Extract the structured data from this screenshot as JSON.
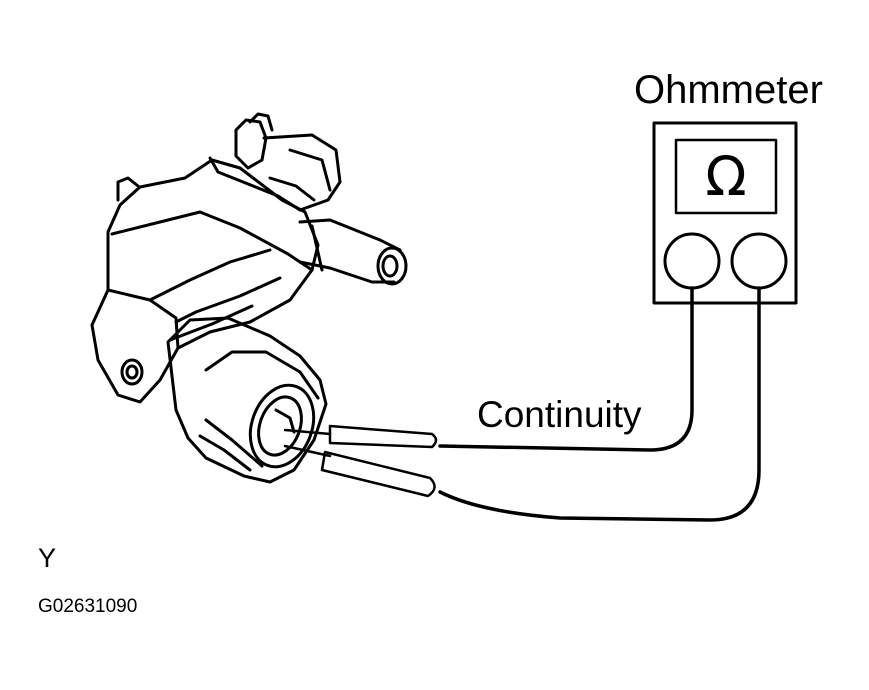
{
  "labels": {
    "ohmmeter": "Ohmmeter",
    "continuity": "Continuity",
    "view": "Y",
    "figure_code": "G02631090"
  },
  "meter": {
    "symbol": "Ω"
  },
  "colors": {
    "ink": "#000000",
    "paper": "#ffffff"
  }
}
